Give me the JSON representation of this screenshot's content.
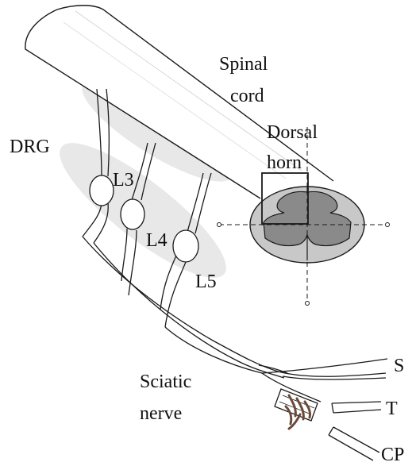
{
  "labels": {
    "spinal_cord_line1": "Spinal",
    "spinal_cord_line2": "cord",
    "dorsal_horn_line1": "Dorsal",
    "dorsal_horn_line2": "horn",
    "drg": "DRG",
    "l3": "L3",
    "l4": "L4",
    "l5": "L5",
    "sciatic_line1": "Sciatic",
    "sciatic_line2": "nerve",
    "sural": "S",
    "tibial": "T",
    "common_peroneal": "CP"
  },
  "colors": {
    "outline": "#1a1a1a",
    "white_matter": "#c8c8c8",
    "gray_matter": "#8a8a8a",
    "drg_shading": "#e8e8e8",
    "ligature": "#6b4a3a"
  }
}
